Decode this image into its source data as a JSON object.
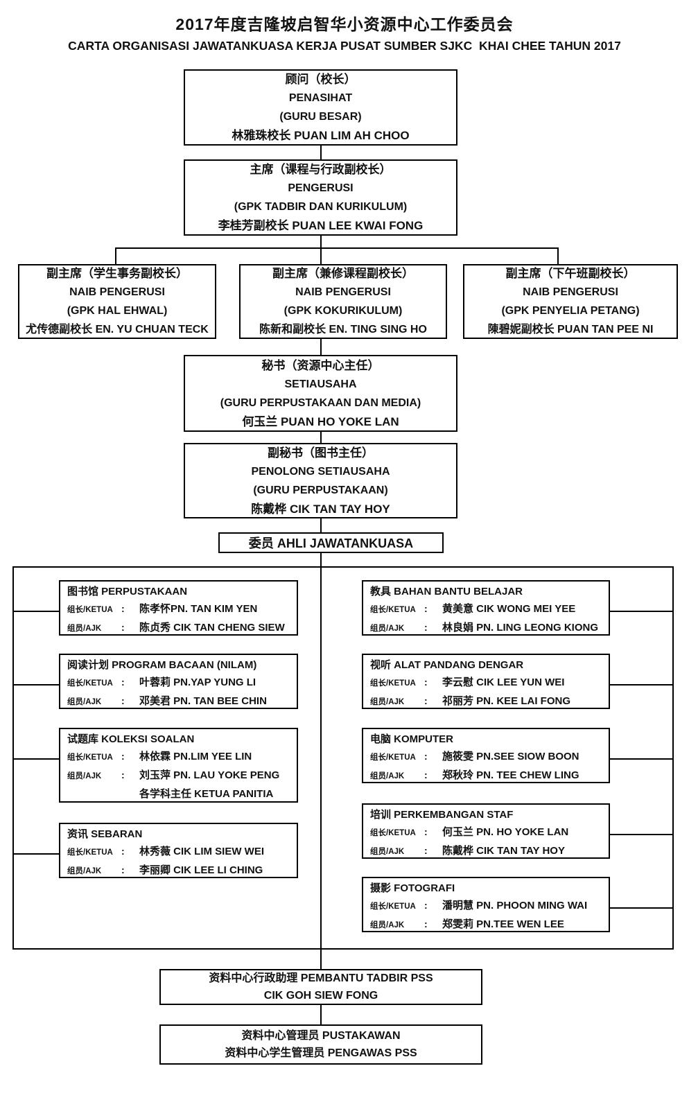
{
  "header": {
    "title": "2017年度吉隆坡启智华小资源中心工作委员会",
    "subtitle": "CARTA ORGANISASI JAWATANKUASA KERJA PUSAT SUMBER SJKC  KHAI CHEE TAHUN 2017"
  },
  "nodes": {
    "penasihat": {
      "role_cn": "顾问（校长）",
      "role_my": "PENASIHAT",
      "unit": "(GURU BESAR)",
      "person": "林雅珠校长 PUAN LIM AH CHOO"
    },
    "pengerusi": {
      "role_cn": "主席（课程与行政副校长）",
      "role_my": "PENGERUSI",
      "unit": "(GPK TADBIR DAN KURIKULUM)",
      "person": "李桂芳副校长 PUAN LEE KWAI FONG"
    },
    "naib1": {
      "role_cn": "副主席（学生事务副校长）",
      "role_my": "NAIB PENGERUSI",
      "unit": "(GPK HAL EHWAL)",
      "person": "尤传德副校长 EN. YU CHUAN TECK"
    },
    "naib2": {
      "role_cn": "副主席（兼修课程副校长）",
      "role_my": "NAIB PENGERUSI",
      "unit": "(GPK KOKURIKULUM)",
      "person": "陈新和副校长 EN. TING SING HO"
    },
    "naib3": {
      "role_cn": "副主席（下午班副校长）",
      "role_my": "NAIB PENGERUSI",
      "unit": "(GPK PENYELIA PETANG)",
      "person": "陳碧妮副校长  PUAN TAN PEE NI"
    },
    "setiausaha": {
      "role_cn": "秘书（资源中心主任）",
      "role_my": "SETIAUSAHA",
      "unit": "(GURU PERPUSTAKAAN DAN MEDIA)",
      "person": "何玉兰 PUAN HO YOKE LAN"
    },
    "penolong": {
      "role_cn": "副秘书（图书主任）",
      "role_my": "PENOLONG SETIAUSAHA",
      "unit": "(GURU PERPUSTAKAAN)",
      "person": "陈戴桦 CIK TAN TAY HOY"
    },
    "ahli": {
      "label": "委员 AHLI JAWATANKUASA"
    }
  },
  "committees": {
    "left": [
      {
        "title": "图书馆 PERPUSTAKAAN",
        "rows": [
          {
            "label": "组长/KETUA",
            "colon": ":",
            "name": "陈孝怀PN. TAN KIM YEN"
          },
          {
            "label": "组员/AJK",
            "colon": ":",
            "name": "陈贞秀 CIK TAN CHENG SIEW"
          }
        ]
      },
      {
        "title": "阅读计划 PROGRAM BACAAN (NILAM)",
        "rows": [
          {
            "label": "组长/KETUA",
            "colon": ":",
            "name": "叶蓉莉 PN.YAP YUNG LI"
          },
          {
            "label": "组员/AJK",
            "colon": ":",
            "name": "邓美君 PN. TAN BEE CHIN"
          }
        ]
      },
      {
        "title": "试题库 KOLEKSI SOALAN",
        "rows": [
          {
            "label": "组长/KETUA",
            "colon": ":",
            "name": "林依霖 PN.LIM  YEE LIN"
          },
          {
            "label": "组员/AJK",
            "colon": ":",
            "name": "刘玉萍 PN. LAU YOKE PENG"
          },
          {
            "label": "",
            "colon": "",
            "name": "各学科主任 KETUA PANITIA"
          }
        ]
      },
      {
        "title": "资讯 SEBARAN",
        "rows": [
          {
            "label": "组长/KETUA",
            "colon": ":",
            "name": "林秀薇 CIK LIM SIEW WEI"
          },
          {
            "label": "组员/AJK",
            "colon": ":",
            "name": "李丽卿 CIK LEE LI CHING"
          }
        ]
      }
    ],
    "right": [
      {
        "title": "教具 BAHAN BANTU BELAJAR",
        "rows": [
          {
            "label": "组长/KETUA",
            "colon": ":",
            "name": "黄美意 CIK WONG MEI YEE"
          },
          {
            "label": "组员/AJK",
            "colon": ":",
            "name": "林良娟 PN. LING LEONG KIONG"
          }
        ]
      },
      {
        "title": "视听 ALAT PANDANG DENGAR",
        "rows": [
          {
            "label": "组长/KETUA",
            "colon": ":",
            "name": "李云慰 CIK LEE YUN WEI"
          },
          {
            "label": "组员/AJK",
            "colon": ":",
            "name": "祁丽芳 PN. KEE LAI FONG"
          }
        ]
      },
      {
        "title": "电脑 KOMPUTER",
        "rows": [
          {
            "label": "组长/KETUA",
            "colon": ":",
            "name": "施筱雯 PN.SEE SIOW BOON"
          },
          {
            "label": "组员/AJK",
            "colon": ":",
            "name": "郑秋玲 PN. TEE CHEW LING"
          }
        ]
      },
      {
        "title": "培训 PERKEMBANGAN STAF",
        "rows": [
          {
            "label": "组长/KETUA",
            "colon": ":",
            "name": "何玉兰 PN. HO YOKE LAN"
          },
          {
            "label": "组员/AJK",
            "colon": ":",
            "name": "陈戴桦 CIK TAN TAY HOY"
          }
        ]
      },
      {
        "title": "摄影 FOTOGRAFI",
        "rows": [
          {
            "label": "组长/KETUA",
            "colon": ":",
            "name": "潘明慧 PN. PHOON MING WAI"
          },
          {
            "label": "组员/AJK",
            "colon": ":",
            "name": "郑雯莉 PN.TEE WEN LEE"
          }
        ]
      }
    ]
  },
  "footer": {
    "pembantu": {
      "line1": "资料中心行政助理 PEMBANTU TADBIR PSS",
      "line2": "CIK GOH SIEW FONG"
    },
    "pustakawan": {
      "line1": "资料中心管理员 PUSTAKAWAN",
      "line2": "资料中心学生管理员 PENGAWAS PSS"
    }
  }
}
